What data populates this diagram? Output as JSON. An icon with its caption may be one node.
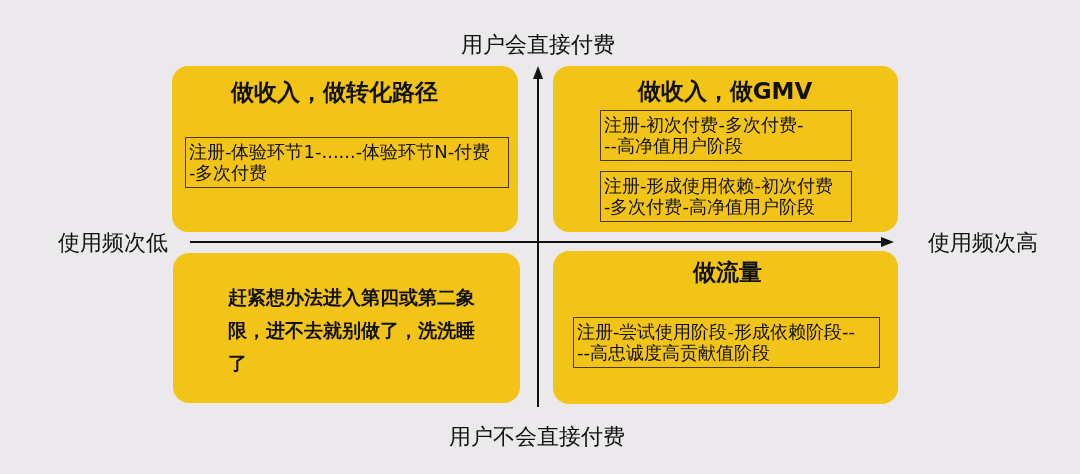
{
  "diagram": {
    "nodes": [
      {
        "text": [
          "做收入，做转化路径"
        ]
      },
      {
        "text": [
          "注册-体验环节1-......-体验环节N-付费-多次付费"
        ],
        "in": 0
      },
      {
        "text": [
          "做收入，做GMV"
        ]
      },
      {
        "text": [
          "注册-初次付费-多次付费---高净值用户阶段"
        ],
        "in": 2
      },
      {
        "text": [
          "注册-形成使用依赖-初次付费-多次付费-高净值用户阶段"
        ],
        "in": 2
      },
      {
        "text": [
          "赶紧想办法进入第四或第二象限，进不去就别做了，洗洗睡了"
        ]
      },
      {
        "text": [
          "做流量"
        ]
      },
      {
        "text": [
          "注册-尝试使用阶段-形成依赖阶段----高忠诚度高贡献值阶段"
        ],
        "in": 6
      }
    ],
    "labels": [
      "用户会直接付费",
      "使用频次低",
      "使用频次高",
      "用户不会直接付费"
    ]
  }
}
